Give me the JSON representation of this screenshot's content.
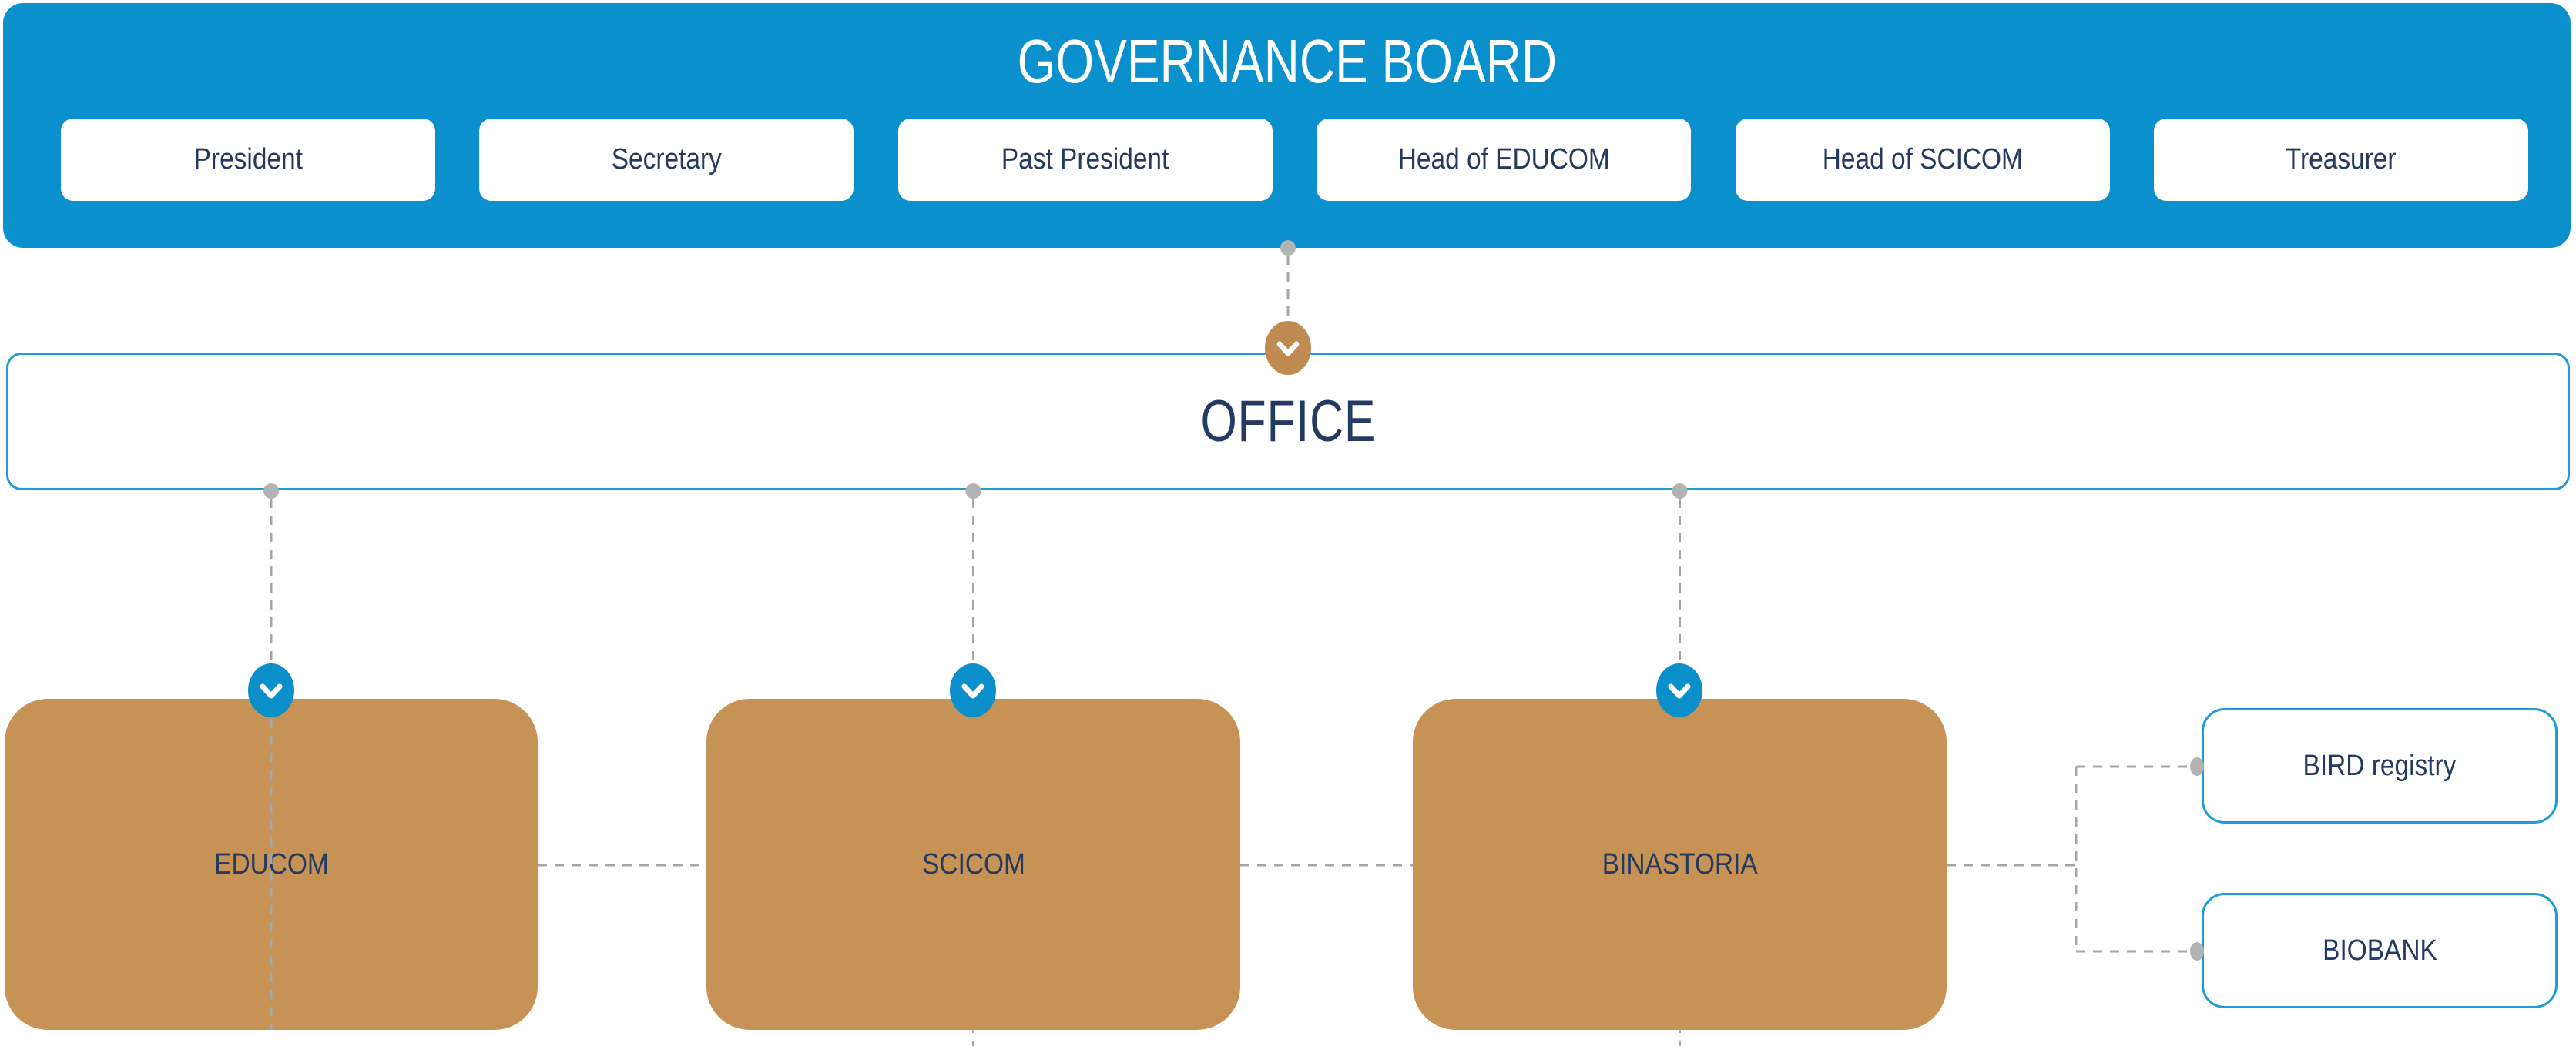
{
  "board": {
    "title": "GOVERNANCE BOARD",
    "roles": [
      "President",
      "Secretary",
      "Past President",
      "Head of EDUCOM",
      "Head of SCICOM",
      "Treasurer"
    ]
  },
  "office": {
    "label": "OFFICE"
  },
  "units": [
    {
      "label": "EDUCOM"
    },
    {
      "label": "SCICOM"
    },
    {
      "label": "BINASTORIA"
    }
  ],
  "satellites": [
    {
      "label": "BIRD registry"
    },
    {
      "label": "BIOBANK"
    }
  ],
  "icons": {
    "expand": "chevron-down"
  },
  "colors": {
    "banner_blue": "#0a90cd",
    "circle_blue": "#0a8fca",
    "tan": "#c79255",
    "tan_circle": "#c08b50",
    "navy_text": "#263a60",
    "border_blue": "#1f9cd6",
    "connector_gray": "#a6a6a6",
    "dot_gray": "#b3b3b3"
  }
}
